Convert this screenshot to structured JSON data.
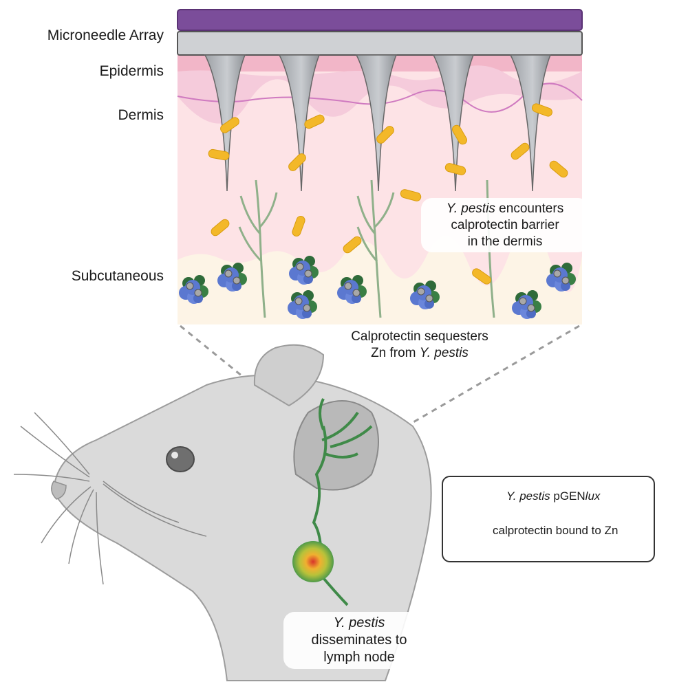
{
  "layers": {
    "microneedle": "Microneedle Array",
    "epidermis": "Epidermis",
    "dermis": "Dermis",
    "subcutaneous": "Subcutaneous"
  },
  "callouts": {
    "barrier_italic": "Y. pestis",
    "barrier_line1": " encounters",
    "barrier_line2": "calprotectin barrier",
    "barrier_line3": "in the dermis",
    "sequester_line1": "Calprotectin sequesters",
    "sequester_line2a": "Zn from ",
    "sequester_line2b": "Y. pestis",
    "lymph_italic": "Y. pestis",
    "lymph_line2": "disseminates to",
    "lymph_line3": "lymph node"
  },
  "legend": {
    "item1_italic": "Y. pestis",
    "item1_plain": " pGEN",
    "item1_italic2": "lux",
    "item2": "calprotectin bound to Zn"
  },
  "colors": {
    "microneedle_backing": "#7b4d9a",
    "needle": "#b9bcc0",
    "epidermis": "#f2b6c8",
    "dermis": "#fde3e6",
    "subcutaneous": "#fdf4e6",
    "bacterium": "#f3b829",
    "calprotectin_blue": "#5b78d0",
    "calprotectin_green": "#2f6b3a",
    "nerve": "#8fb08a",
    "mouse": "#dadada"
  }
}
